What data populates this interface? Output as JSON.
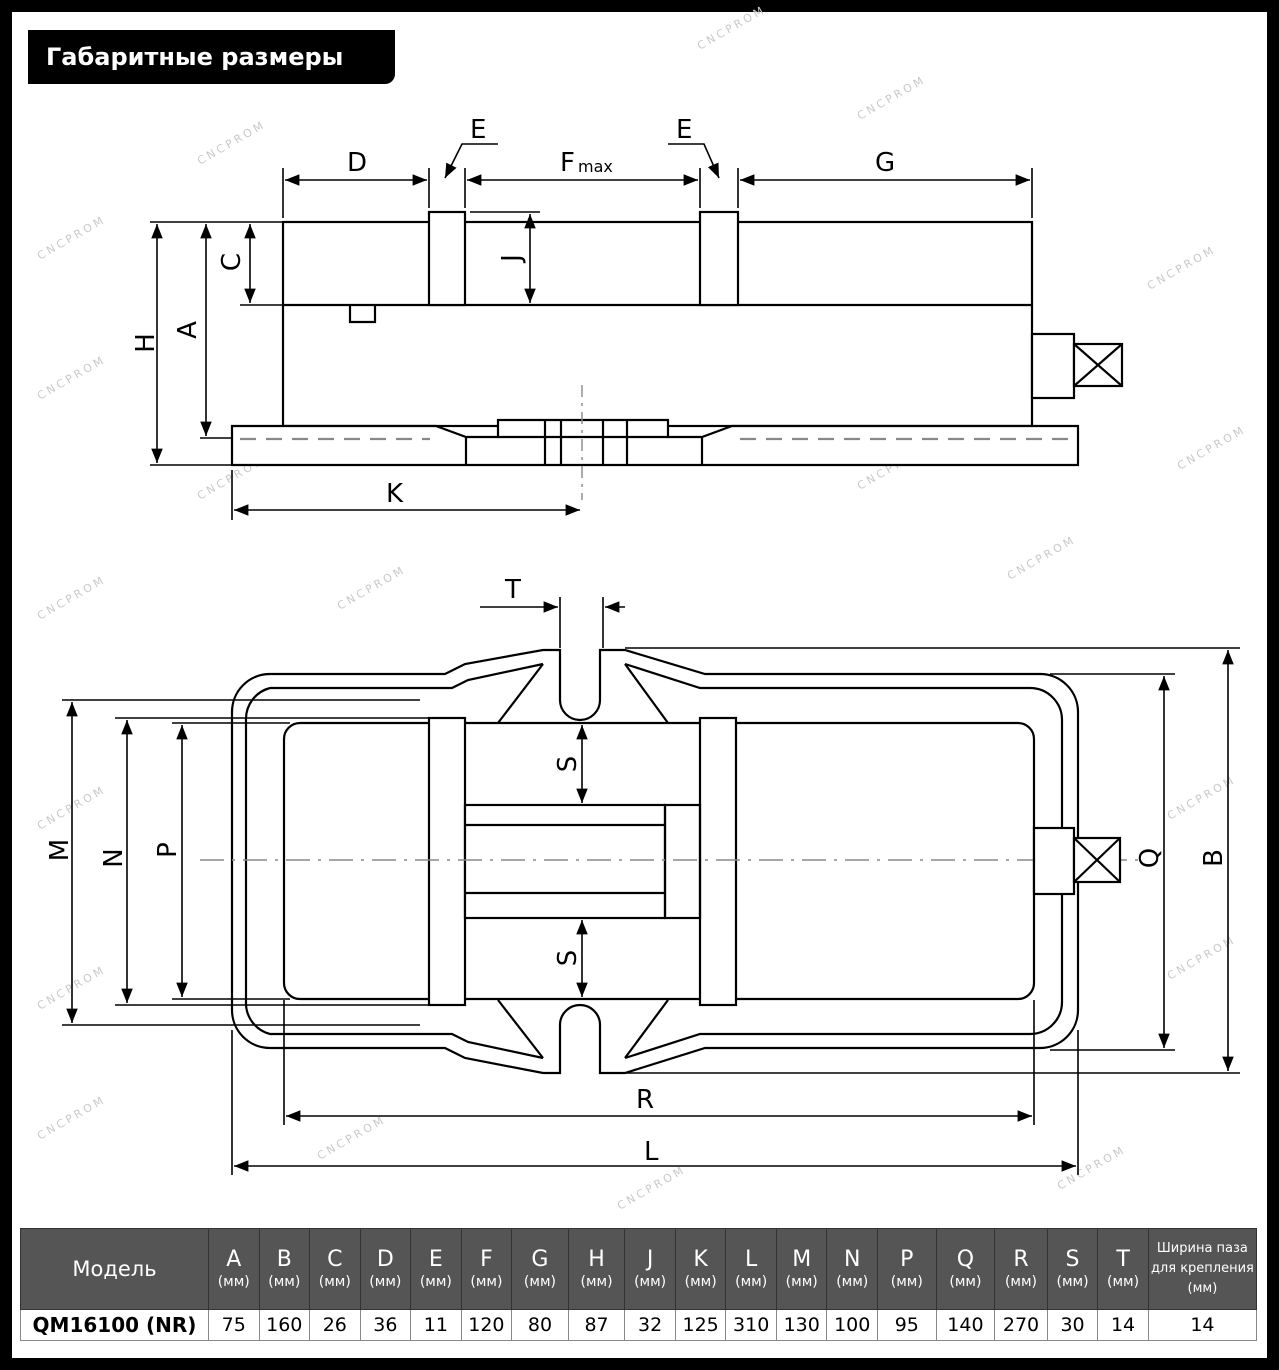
{
  "title": "Габаритные размеры",
  "watermark": "CNCPROM",
  "dimension_labels": {
    "D": "D",
    "E": "E",
    "F": "F",
    "Fsub": "max",
    "G": "G",
    "C": "C",
    "J": "J",
    "A": "A",
    "H": "H",
    "K": "K",
    "T": "T",
    "M": "M",
    "N": "N",
    "P": "P",
    "S": "S",
    "Q": "Q",
    "B": "B",
    "R": "R",
    "L": "L"
  },
  "table": {
    "model_header": "Модель",
    "unit": "(мм)",
    "columns": [
      "A",
      "B",
      "C",
      "D",
      "E",
      "F",
      "G",
      "H",
      "J",
      "K",
      "L",
      "M",
      "N",
      "P",
      "Q",
      "R",
      "S",
      "T"
    ],
    "slot_header": "Ширина паза для крепления (мм)",
    "row": {
      "model": "QM16100 (NR)",
      "values": [
        "75",
        "160",
        "26",
        "36",
        "11",
        "120",
        "80",
        "87",
        "32",
        "125",
        "310",
        "130",
        "100",
        "95",
        "140",
        "270",
        "30",
        "14"
      ],
      "slot": "14"
    }
  }
}
